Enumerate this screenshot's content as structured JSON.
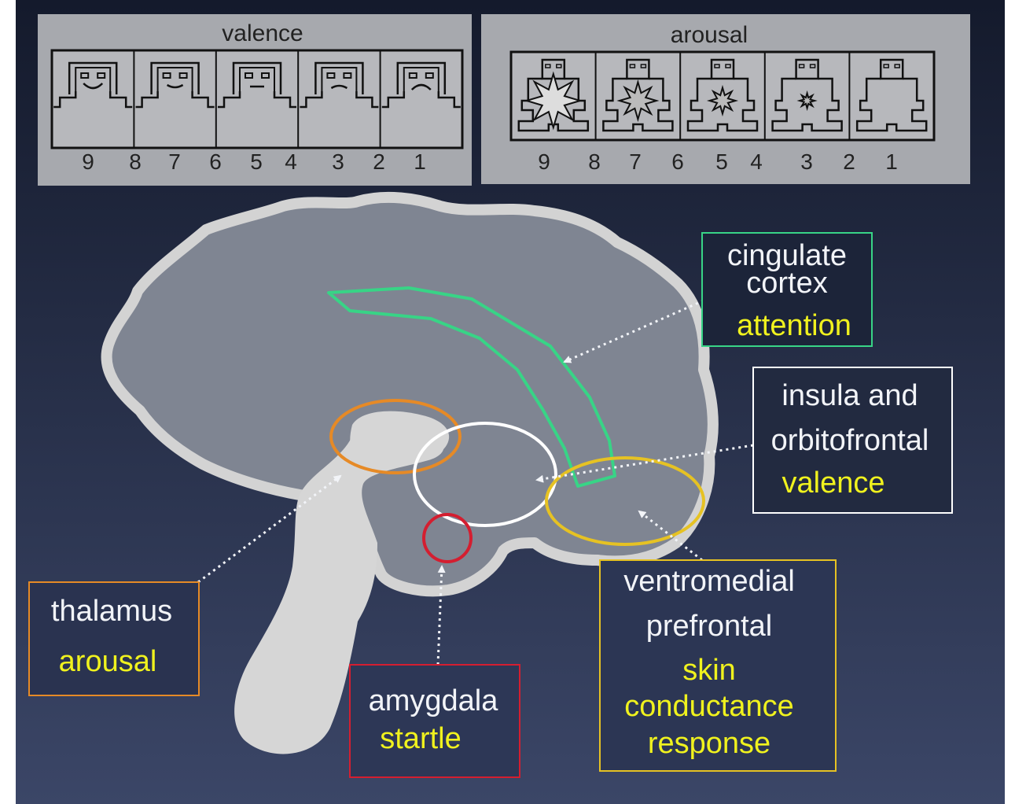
{
  "colors": {
    "background_top": "#141a2c",
    "background_bottom": "#3b4667",
    "panel": "#a7a9ae",
    "brain_outline": "#d3d3d3",
    "brain_fill": "#7f8592",
    "brainstem": "#d6d6d6",
    "cingulate": "#38d486",
    "thalamus": "#e68a26",
    "insula": "#ffffff",
    "amygdala": "#d41e30",
    "ventromedial": "#e6c223",
    "label_white": "#f2f4f8",
    "label_yellow": "#f0f21e"
  },
  "valence_scale": {
    "title": "valence",
    "numbers": [
      "9",
      "8",
      "7",
      "6",
      "5",
      "4",
      "3",
      "2",
      "1"
    ],
    "figures": [
      "very-happy-face-icon",
      "happy-face-icon",
      "neutral-face-icon",
      "sad-face-icon",
      "very-sad-face-icon"
    ]
  },
  "arousal_scale": {
    "title": "arousal",
    "numbers": [
      "9",
      "8",
      "7",
      "6",
      "5",
      "4",
      "3",
      "2",
      "1"
    ],
    "figures": [
      "burst-large-figure-icon",
      "burst-medium-figure-icon",
      "burst-small-figure-icon",
      "burst-tiny-figure-icon",
      "calm-figure-icon"
    ]
  },
  "regions": {
    "cingulate": {
      "name_line1": "cingulate",
      "name_line2": "cortex",
      "function": "attention"
    },
    "insula": {
      "name_line1": "insula and",
      "name_line2": "orbitofrontal",
      "function": "valence"
    },
    "thalamus": {
      "name": "thalamus",
      "function": "arousal"
    },
    "amygdala": {
      "name": "amygdala",
      "function": "startle"
    },
    "ventromedial": {
      "name_line1": "ventromedial",
      "name_line2": "prefrontal",
      "function_line1": "skin",
      "function_line2": "conductance",
      "function_line3": "response"
    }
  }
}
